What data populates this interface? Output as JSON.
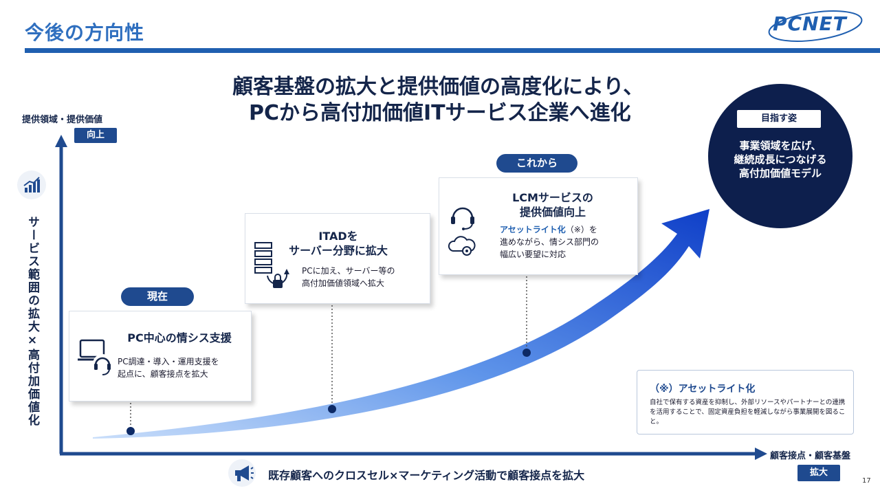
{
  "slide": {
    "title": "今後の方向性",
    "page_number": "17",
    "logo_text": "PCNET"
  },
  "headline": {
    "line1": "顧客基盤の拡大と提供価値の高度化により、",
    "line2": "PCから高付加価値ITサービス企業へ進化"
  },
  "axes": {
    "y_label": "提供領域・提供価値",
    "y_pill": "向上",
    "y_vertical": "サービス範囲の拡大×高付加価値化",
    "x_label": "顧客接点・顧客基盤",
    "x_pill": "拡大",
    "bottom_caption": "既存顧客へのクロスセル×マーケティング活動で顧客接点を拡大"
  },
  "stages": {
    "now_tag": "現在",
    "future_tag": "これから",
    "card1": {
      "title": "PC中心の情シス支援",
      "body_line1": "PC調達・導入・運用支援を",
      "body_line2": "起点に、顧客接点を拡大"
    },
    "card2": {
      "title_line1": "ITADを",
      "title_line2": "サーバー分野に拡大",
      "body_line1": "PCに加え、サーバー等の",
      "body_line2": "高付加価値領域へ拡大"
    },
    "card3": {
      "title_line1": "LCMサービスの",
      "title_line2": "提供価値向上",
      "highlight": "アセットライト化",
      "body_line1_rest": "（※）を",
      "body_line2": "進めながら、情シス部門の",
      "body_line3": "幅広い要望に対応"
    }
  },
  "goal": {
    "tag": "目指す姿",
    "line1": "事業領域を広げ、",
    "line2": "継続成長につなげる",
    "line3": "高付加価値モデル"
  },
  "note": {
    "title": "（※）アセットライト化",
    "body": "自社で保有する資産を抑制し、外部リソースやパートナーとの連携を活用することで、固定資産負担を軽減しながら事業展開を図ること。"
  },
  "colors": {
    "primary": "#1f4a8f",
    "title_blue": "#2f6fbf",
    "navy": "#0d1f4d",
    "arrow_light": "#a9c8f0",
    "arrow_dark": "#1546c8"
  },
  "icons": [
    "chart-icon",
    "laptop-headset-icon",
    "server-lock-icon",
    "headset-icon",
    "cloud-gear-icon",
    "megaphone-icon"
  ]
}
